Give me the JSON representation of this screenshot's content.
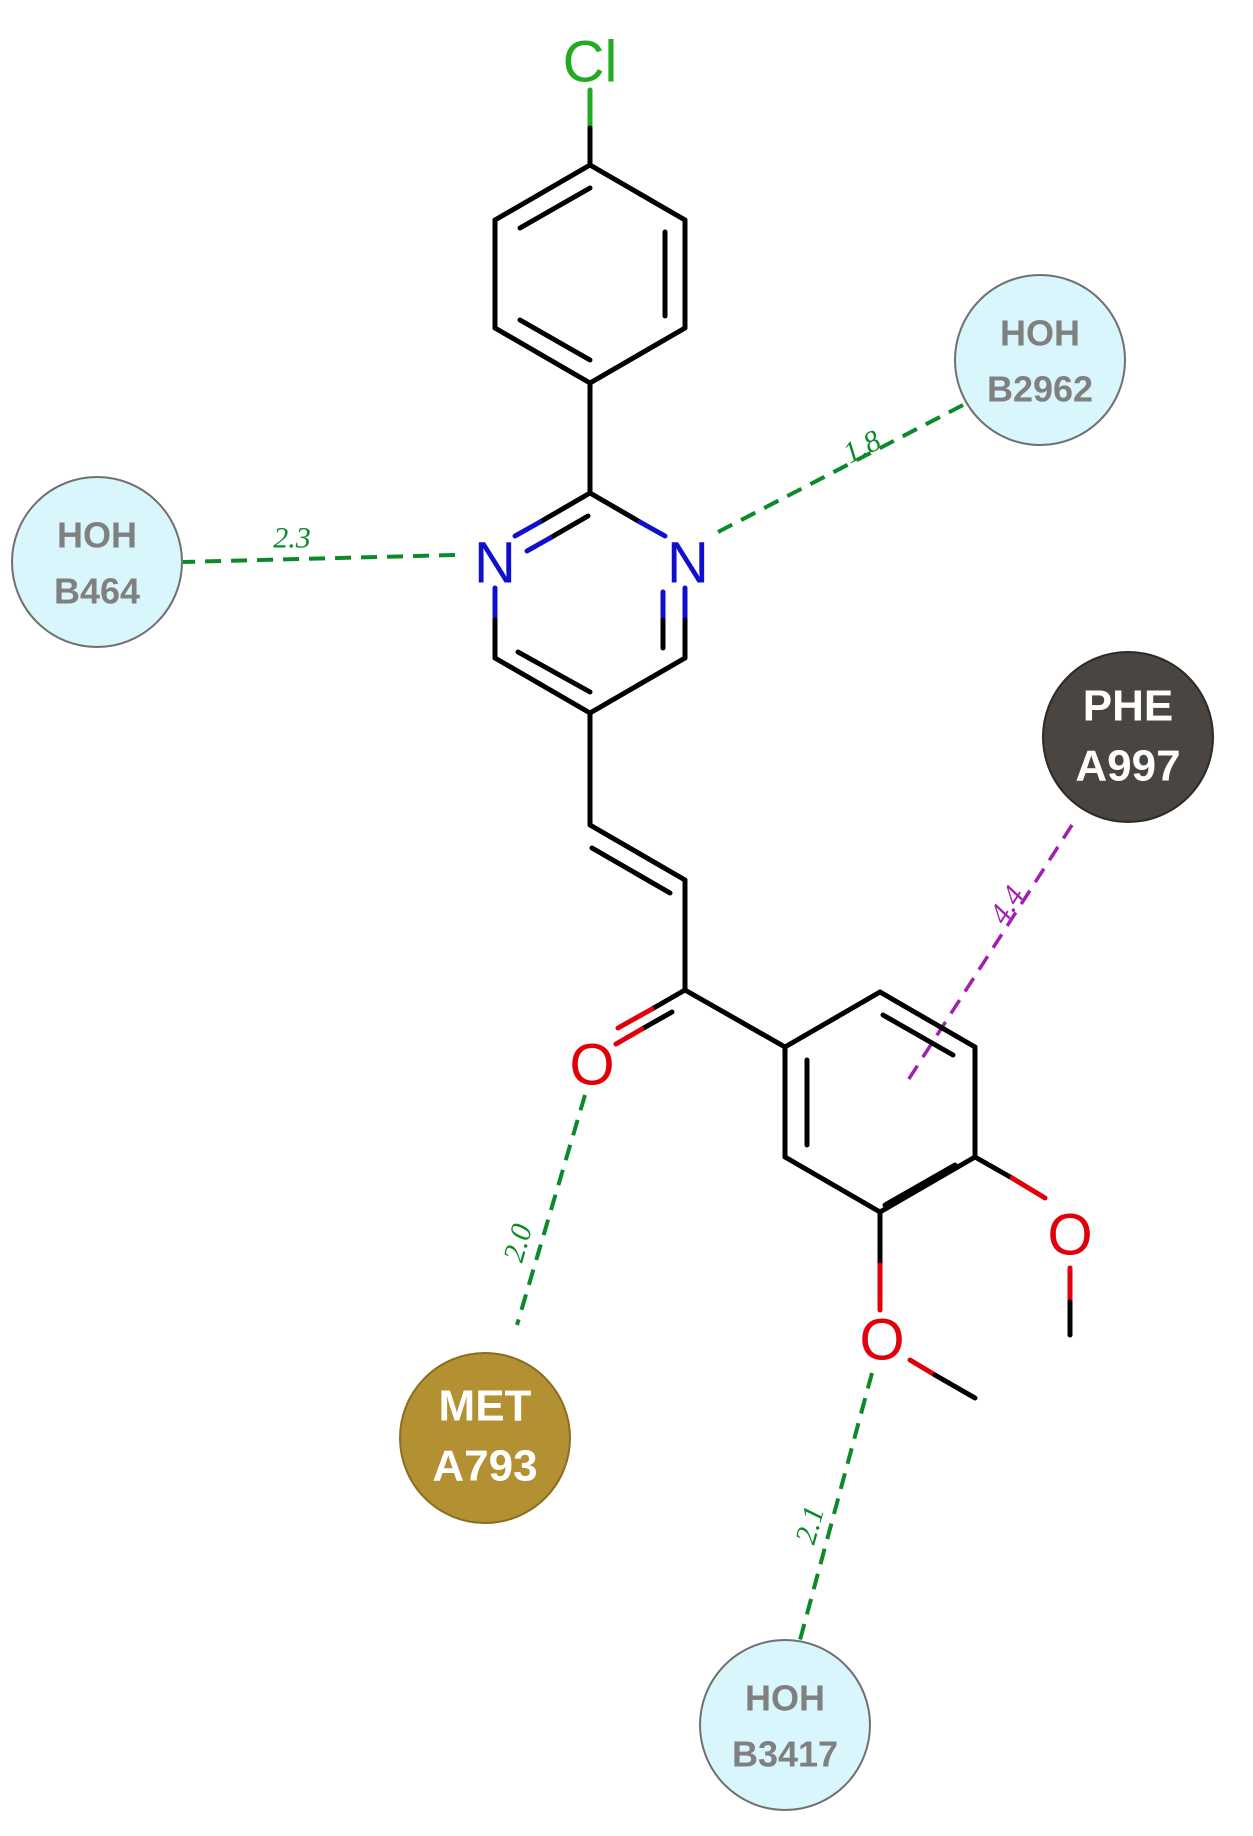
{
  "atoms": {
    "cl": "Cl",
    "n1": "N",
    "n2": "N",
    "o_carbonyl": "O",
    "o_methoxy1": "O",
    "o_methoxy2": "O"
  },
  "residues": [
    {
      "id": "hoh-b2962",
      "line1": "HOH",
      "line2": "B2962",
      "fill": "#d8f6fb",
      "text_color": "#808080"
    },
    {
      "id": "hoh-b464",
      "line1": "HOH",
      "line2": "B464",
      "fill": "#d8f6fb",
      "text_color": "#808080"
    },
    {
      "id": "phe-a997",
      "line1": "PHE",
      "line2": "A997",
      "fill": "#4a4540",
      "text_color": "#ffffff"
    },
    {
      "id": "met-a793",
      "line1": "MET",
      "line2": "A793",
      "fill": "#b39031",
      "text_color": "#ffffff"
    },
    {
      "id": "hoh-b3417",
      "line1": "HOH",
      "line2": "B3417",
      "fill": "#d8f6fb",
      "text_color": "#808080"
    }
  ],
  "interactions": [
    {
      "id": "hbond-b2962",
      "distance": "1.8",
      "type": "hydrogen-bond",
      "color": "#0b8a2a"
    },
    {
      "id": "hbond-b464",
      "distance": "2.3",
      "type": "hydrogen-bond",
      "color": "#0b8a2a"
    },
    {
      "id": "pi-phe-a997",
      "distance": "4.4",
      "type": "pi-interaction",
      "color": "#a020b0"
    },
    {
      "id": "hbond-met-a793",
      "distance": "2.0",
      "type": "hydrogen-bond",
      "color": "#0b8a2a"
    },
    {
      "id": "hbond-b3417",
      "distance": "2.1",
      "type": "hydrogen-bond",
      "color": "#0b8a2a"
    }
  ],
  "colors": {
    "carbon_bond": "#000000",
    "nitrogen": "#1010cc",
    "oxygen": "#e0000a",
    "chlorine": "#22aa22"
  }
}
